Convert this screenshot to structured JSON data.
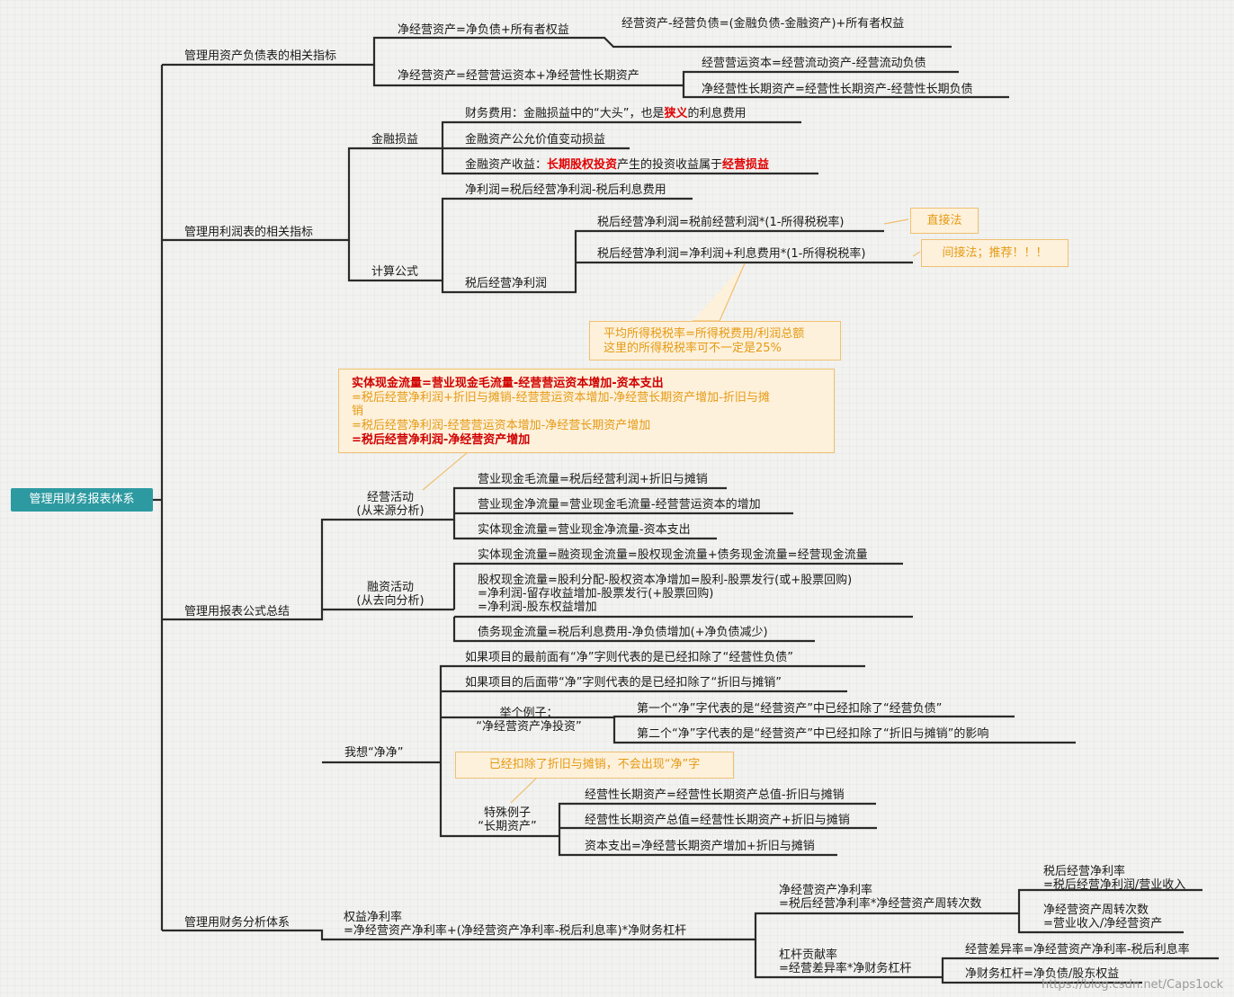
{
  "root": "管理用财务报表体系",
  "bs": {
    "title": "管理用资产负债表的相关指标",
    "a": "净经营资产=净负债+所有者权益",
    "a1": "经营资产-经营负债=(金融负债-金融资产)+所有者权益",
    "b": "净经营资产=经营营运资本+净经营性长期资产",
    "b1": "经营营运资本=经营流动资产-经营流动负债",
    "b2": "净经营性长期资产=经营性长期资产-经营性长期负债"
  },
  "is": {
    "title": "管理用利润表的相关指标",
    "fin": "金融损益",
    "f1a": "财务费用：金融损益中的“大头”，也是",
    "f1b": "狭义",
    "f1c": "的利息费用",
    "f2": "金融资产公允价值变动损益",
    "f3a": "金融资产收益：",
    "f3b": "长期股权投资",
    "f3c": "产生的投资收益属于",
    "f3d": "经营损益",
    "calc": "计算公式",
    "c1": "净利润=税后经营净利润-税后利息费用",
    "c2": "税后经营净利润",
    "c2a": "税后经营净利润=税前经营利润*(1-所得税税率)",
    "c2b": "税后经营净利润=净利润+利息费用*(1-所得税税率)",
    "n1": "直接法",
    "n2": "间接法；推荐！！！",
    "n3a": "平均所得税税率=所得税费用/利润总额",
    "n3b": "这里的所得税税率可不一定是25%"
  },
  "cf": {
    "title": "管理用报表公式总结",
    "note1": "实体现金流量=营业现金毛流量-经营营运资本增加-资本支出",
    "note2": "=税后经营净利润+折旧与摊销-经营营运资本增加-净经营长期资产增加-折旧与摊",
    "note3": "销",
    "note4": "=税后经营净利润-经营营运资本增加-净经营长期资产增加",
    "note5": "=税后经营净利润-净经营资产增加",
    "op1": "经营活动",
    "op2": "(从来源分析)",
    "op_a": "营业现金毛流量=税后经营利润+折旧与摊销",
    "op_b": "营业现金净流量=营业现金毛流量-经营营运资本的增加",
    "op_c": "实体现金流量=营业现金净流量-资本支出",
    "fi1": "融资活动",
    "fi2": "(从去向分析)",
    "fi_a": "实体现金流量=融资现金流量=股权现金流量+债务现金流量=经营现金流量",
    "fi_b1": "股权现金流量=股利分配-股权资本净增加=股利-股票发行(或+股票回购)",
    "fi_b2": "=净利润-留存收益增加-股票发行(+股票回购)",
    "fi_b3": "=净利润-股东权益增加",
    "fi_c": "债务现金流量=税后利息费用-净负债增加(+净负债减少)",
    "jj": "我想“净净”",
    "jj_a": "如果项目的最前面有“净”字则代表的是已经扣除了“经营性负债”",
    "jj_b": "如果项目的后面带“净”字则代表的是已经扣除了“折旧与摊销”",
    "ex1": "举个例子：",
    "ex2": "“净经营资产净投资”",
    "ex_a": "第一个“净”字代表的是“经营资产”中已经扣除了“经营负债”",
    "ex_b": "第二个“净”字代表的是“经营资产”中已经扣除了“折旧与摊销”的影响",
    "sp_note": "已经扣除了折旧与摊销，不会出现“净”字",
    "sp1": "特殊例子",
    "sp2": "“长期资产”",
    "sp_a": "经营性长期资产=经营性长期资产总值-折旧与摊销",
    "sp_b": "经营性长期资产总值=经营性长期资产+折旧与摊销",
    "sp_c": "资本支出=净经营长期资产增加+折旧与摊销"
  },
  "an": {
    "title": "管理用财务分析体系",
    "roe1": "权益净利率",
    "roe2": "=净经营资产净利率+(净经营资产净利率-税后利息率)*净财务杠杆",
    "r1a": "净经营资产净利率",
    "r1b": "=税后经营净利率*净经营资产周转次数",
    "r1x1": "税后经营净利率",
    "r1x2": "=税后经营净利润/营业收入",
    "r1y1": "净经营资产周转次数",
    "r1y2": "=营业收入/净经营资产",
    "r2a": "杠杆贡献率",
    "r2b": "=经营差异率*净财务杠杆",
    "r2x": "经营差异率=净经营资产净利率-税后利息率",
    "r2y": "净财务杠杆=净负债/股东权益"
  },
  "watermark": "https://blog.csdn.net/Caps1ock",
  "colors": {
    "root_bg": "#2d9aa1",
    "note_bg": "#fdf1dc",
    "note_text": "#e59a13",
    "emphasis": "#e00000"
  }
}
